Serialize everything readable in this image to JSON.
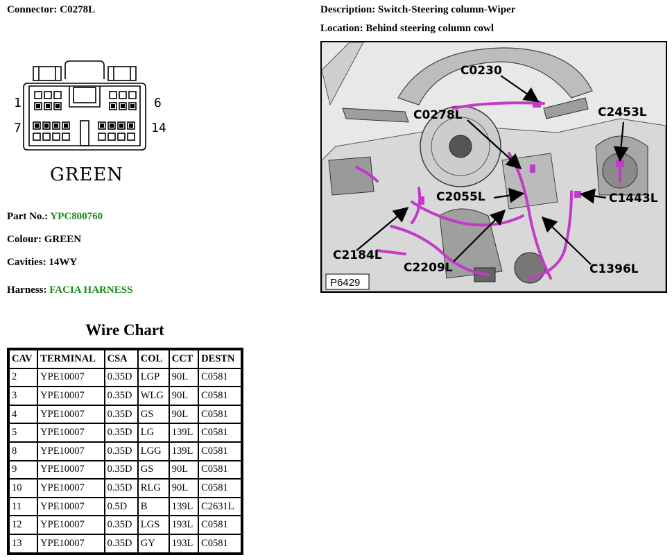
{
  "connector": {
    "label": "Connector:",
    "value": "C0278L"
  },
  "description": {
    "label": "Description:",
    "value": "Switch-Steering column-Wiper"
  },
  "location": {
    "label": "Location:",
    "value": "Behind steering column cowl"
  },
  "pinout": {
    "pin_labels": {
      "top_left": "1",
      "top_right": "6",
      "bottom_left": "7",
      "bottom_right": "14"
    },
    "colour_label": "GREEN"
  },
  "part": {
    "label": "Part No.:",
    "value": "YPC800760"
  },
  "colour": {
    "label": "Colour:",
    "value": "GREEN"
  },
  "cavities": {
    "label": "Cavities:",
    "value": "14WY"
  },
  "harness": {
    "label": "Harness:",
    "value": "FACIA HARNESS"
  },
  "colors": {
    "link_green": "#178a1c",
    "harness_magenta": "#c23ac8"
  },
  "wire_chart": {
    "title": "Wire Chart",
    "headers": [
      "CAV",
      "TERMINAL",
      "CSA",
      "COL",
      "CCT",
      "DESTN"
    ],
    "rows": [
      [
        "2",
        "YPE10007",
        "0.35D",
        "LGP",
        "90L",
        "C0581"
      ],
      [
        "3",
        "YPE10007",
        "0.35D",
        "WLG",
        "90L",
        "C0581"
      ],
      [
        "4",
        "YPE10007",
        "0.35D",
        "GS",
        "90L",
        "C0581"
      ],
      [
        "5",
        "YPE10007",
        "0.35D",
        "LG",
        "139L",
        "C0581"
      ],
      [
        "8",
        "YPE10007",
        "0.35D",
        "LGG",
        "139L",
        "C0581"
      ],
      [
        "9",
        "YPE10007",
        "0.35D",
        "GS",
        "90L",
        "C0581"
      ],
      [
        "10",
        "YPE10007",
        "0.35D",
        "RLG",
        "90L",
        "C0581"
      ],
      [
        "11",
        "YPE10007",
        "0.5D",
        "B",
        "139L",
        "C2631L"
      ],
      [
        "12",
        "YPE10007",
        "0.35D",
        "LGS",
        "193L",
        "C0581"
      ],
      [
        "13",
        "YPE10007",
        "0.35D",
        "GY",
        "193L",
        "C0581"
      ]
    ]
  },
  "location_figure": {
    "callouts": {
      "c0230": "C0230",
      "c0278l": "C0278L",
      "c2453l": "C2453L",
      "c2055l": "C2055L",
      "c1443l": "C1443L",
      "c2184l": "C2184L",
      "c2209l": "C2209L",
      "c1396l": "C1396L"
    },
    "figure_id": "P6429"
  }
}
